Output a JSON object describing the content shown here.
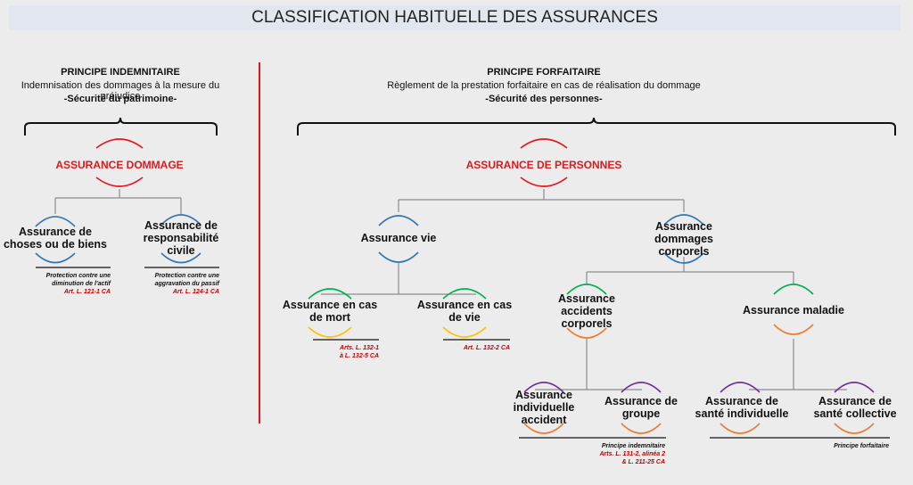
{
  "title": "CLASSIFICATION HABITUELLE DES ASSURANCES",
  "colors": {
    "red": "#e3161b",
    "blue": "#2e75b6",
    "green": "#00b050",
    "yellow": "#ffc000",
    "orange": "#ed7d31",
    "purple": "#7030a0",
    "divider": "#e3161b",
    "connector": "#8c8c8c"
  },
  "left": {
    "principle_title": "PRINCIPE INDEMNITAIRE",
    "principle_desc": "Indemnisation des dommages à la mesure du préjudice",
    "principle_sub": "-Sécurité du patrimoine-",
    "main_node": "ASSURANCE DOMMAGE",
    "children": [
      {
        "label_lines": [
          "Assurance de",
          "choses ou de biens"
        ],
        "note_lines": [
          "Protection contre une",
          "diminution de l'actif"
        ],
        "article": "Art. L. 121-1 CA"
      },
      {
        "label_lines": [
          "Assurance de",
          "responsabilité",
          "civile"
        ],
        "note_lines": [
          "Protection contre une",
          "aggravation du passif"
        ],
        "article": "Art. L. 124-1 CA"
      }
    ]
  },
  "right": {
    "principle_title": "PRINCIPE FORFAITAIRE",
    "principle_desc": "Règlement de la prestation forfaitaire en cas de réalisation du dommage",
    "principle_sub": "-Sécurité des personnes-",
    "main_node": "ASSURANCE DE PERSONNES",
    "vie": {
      "label": "Assurance vie",
      "children": [
        {
          "label_lines": [
            "Assurance en cas",
            "de mort"
          ],
          "article_lines": [
            "Arts. L. 132-1",
            "à L. 132-5 CA"
          ]
        },
        {
          "label_lines": [
            "Assurance en cas",
            "de vie"
          ],
          "article_lines": [
            "Art. L. 132-2 CA"
          ]
        }
      ]
    },
    "dommages": {
      "label_lines": [
        "Assurance",
        "dommages",
        "corporels"
      ],
      "accidents": {
        "label_lines": [
          "Assurance",
          "accidents",
          "corporels"
        ],
        "children": [
          {
            "label_lines": [
              "Assurance",
              "individuelle",
              "accident"
            ]
          },
          {
            "label_lines": [
              "Assurance de",
              "groupe"
            ]
          }
        ],
        "note": "Principe indemnitaire",
        "article_lines": [
          "Arts. L. 131-2, alinéa 2",
          "& L. 211-25 CA"
        ]
      },
      "maladie": {
        "label": "Assurance maladie",
        "children": [
          {
            "label_lines": [
              "Assurance de",
              "santé individuelle"
            ]
          },
          {
            "label_lines": [
              "Assurance de",
              "santé collective"
            ]
          }
        ],
        "note": "Principe forfaitaire"
      }
    }
  }
}
